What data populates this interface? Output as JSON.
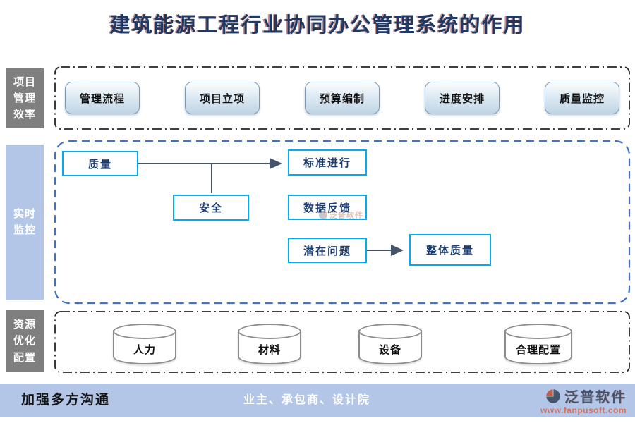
{
  "title": "建筑能源工程行业协同办公管理系统的作用",
  "sidebar": {
    "items": [
      {
        "label": "项目\n管理\n效率",
        "tone": "gray"
      },
      {
        "label": "实时\n监控",
        "tone": "blue"
      },
      {
        "label": "资源\n优化\n配置",
        "tone": "gray"
      }
    ]
  },
  "process": {
    "buttons": [
      {
        "label": "管理流程"
      },
      {
        "label": "项目立项"
      },
      {
        "label": "预算编制"
      },
      {
        "label": "进度安排"
      },
      {
        "label": "质量监控"
      }
    ]
  },
  "monitor": {
    "nodes": [
      {
        "id": "quality",
        "label": "质量"
      },
      {
        "id": "safety",
        "label": "安全"
      },
      {
        "id": "standard",
        "label": "标准进行"
      },
      {
        "id": "feedback",
        "label": "数据反馈"
      },
      {
        "id": "issues",
        "label": "潜在问题"
      },
      {
        "id": "overall",
        "label": "整体质量"
      }
    ],
    "connections": [
      {
        "from": "quality",
        "to": "standard",
        "via": "safety"
      },
      {
        "from": "issues",
        "to": "overall"
      }
    ]
  },
  "resources": {
    "items": [
      {
        "label": "人力"
      },
      {
        "label": "材料"
      },
      {
        "label": "设备"
      },
      {
        "label": "合理配置"
      }
    ]
  },
  "footer": {
    "communication": "加强多方沟通",
    "parties": "业主、承包商、设计院"
  },
  "brand": {
    "name": "泛普软件",
    "url": "www.fanpusoft.com"
  },
  "watermark": {
    "text": "泛普软件"
  },
  "colors": {
    "title_navy": "#1F3864",
    "node_border_cyan": "#00AEEF",
    "dashed_blue": "#4472C4",
    "sidebar_gray": "#7F7F7F",
    "panel_blue": "#B3C6E7",
    "arrow": "#44546A",
    "brand_red": "#D9705C"
  }
}
